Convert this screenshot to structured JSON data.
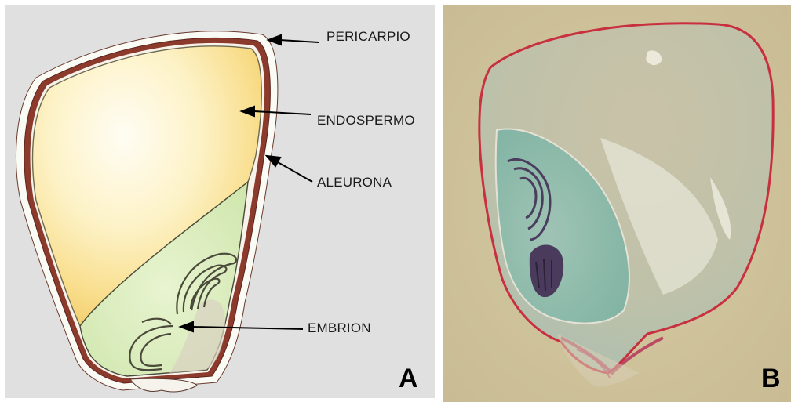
{
  "panel_a": {
    "labels": {
      "pericarp": "PERICARPIO",
      "endosperm": "ENDOSPERMO",
      "aleurone": "ALEURONA",
      "embryo": "EMBRION"
    },
    "panel_letter": "A"
  },
  "panel_b": {
    "panel_letter": "B"
  }
}
